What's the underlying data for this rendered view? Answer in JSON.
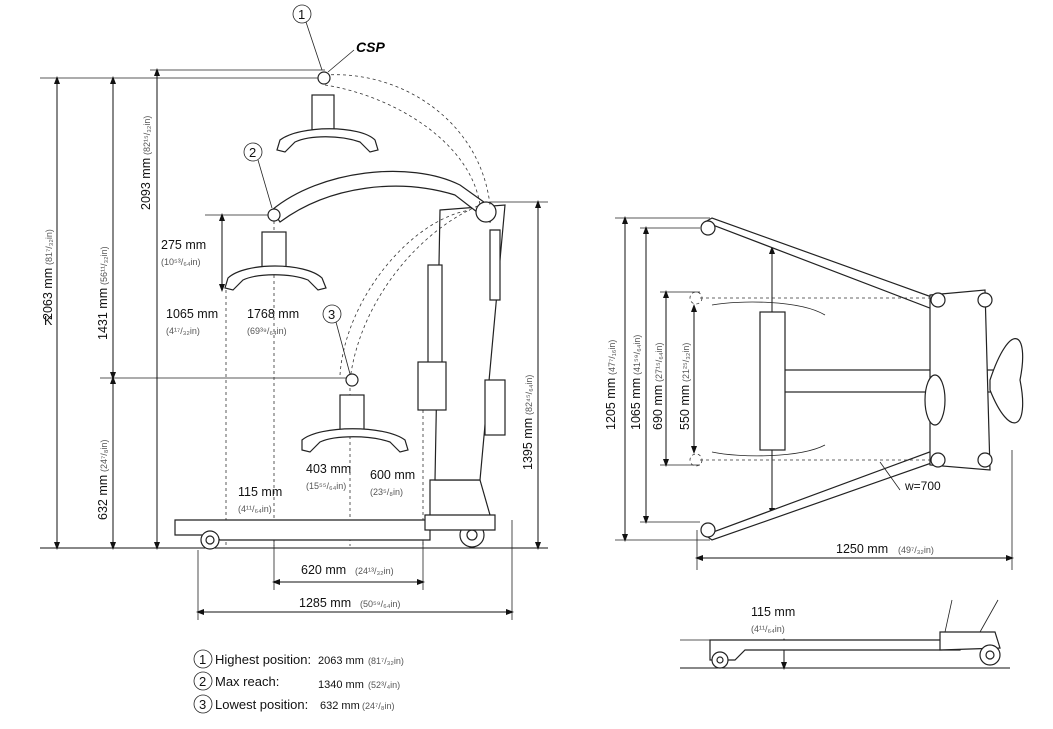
{
  "csp_label": "CSP",
  "markers": {
    "m1": "1",
    "m2": "2",
    "m3": "3"
  },
  "side_view": {
    "dim_2063": {
      "main": "2063 mm",
      "frac": "(81⁷/₃₂in)"
    },
    "dim_1431": {
      "main": "1431 mm",
      "frac": "(56¹¹/₃₂in)"
    },
    "dim_632": {
      "main": "632 mm",
      "frac": "(24⁷/₈in)"
    },
    "dim_2093": {
      "main": "2093 mm",
      "frac": "(82¹⁵/₃₂in)"
    },
    "dim_275": {
      "main": "275 mm",
      "frac": "(10⁵³/₆₄in)"
    },
    "dim_1065": {
      "main": "1065 mm",
      "frac": "(4¹⁷/₃₂in)"
    },
    "dim_1768": {
      "main": "1768 mm",
      "frac": "(69³⁹/₆₄in)"
    },
    "dim_403": {
      "main": "403 mm",
      "frac": "(15⁵⁵/₆₄in)"
    },
    "dim_600": {
      "main": "600 mm",
      "frac": "(23⁵/₈in)"
    },
    "dim_115": {
      "main": "115 mm",
      "frac": "(4¹¹/₆₄in)"
    },
    "dim_1395": {
      "main": "1395 mm",
      "frac": "(82⁴⁵/₆₄in)"
    },
    "dim_620": {
      "main": "620 mm",
      "frac": "(24¹³/₃₂in)"
    },
    "dim_1285": {
      "main": "1285 mm",
      "frac": "(50⁵⁹/₆₄in)"
    },
    "k_label": "K"
  },
  "top_view": {
    "dim_1205": {
      "main": "1205 mm",
      "frac": "(47⁷/₁₆in)"
    },
    "dim_1065": {
      "main": "1065 mm",
      "frac": "(41⁵⁹/₆₄in)"
    },
    "dim_690": {
      "main": "690 mm",
      "frac": "(27¹⁵/₆₄in)"
    },
    "dim_550": {
      "main": "550 mm",
      "frac": "(21²⁵/₃₂in)"
    },
    "dim_1250": {
      "main": "1250 mm",
      "frac": "(49⁷/₃₂in)"
    },
    "w_label": "w=700"
  },
  "detail_view": {
    "dim_115": {
      "main": "115 mm",
      "frac": "(4¹¹/₆₄in)"
    }
  },
  "legend": [
    {
      "num": "1",
      "label": "Highest position:",
      "main": "2063 mm",
      "frac": "(81⁷/₃₂in)"
    },
    {
      "num": "2",
      "label": "Max reach:",
      "main": "1340 mm",
      "frac": "(52³/₄in)"
    },
    {
      "num": "3",
      "label": "Lowest position:",
      "main": "632 mm",
      "frac": "(24⁷/₈in)"
    }
  ]
}
